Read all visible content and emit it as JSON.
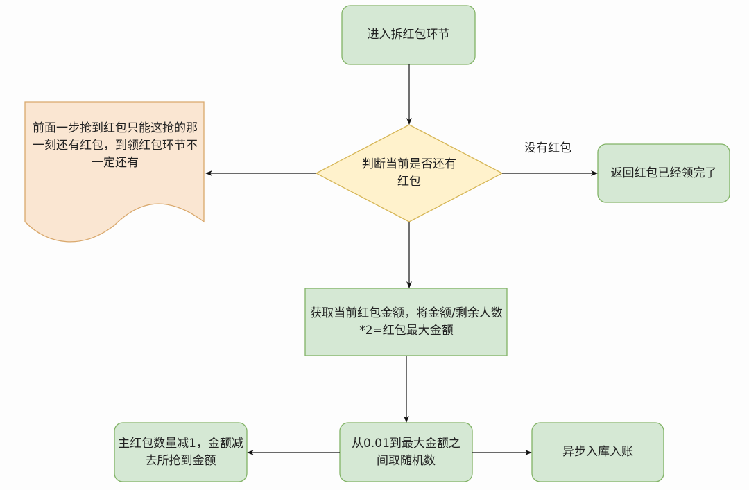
{
  "nodes": {
    "start": "进入拆红包环节",
    "decision": "判断当前是否还有红包",
    "note": "前面一步抢到红包只能这抢的那一刻还有红包，到领红包环节不一定还有",
    "empty": "返回红包已经领完了",
    "compute": "获取当前红包金额，将金额/剩余人数*2=红包最大金额",
    "random": "从0.01到最大金额之间取随机数",
    "decrement": "主红包数量减1，金额减去所抢到金额",
    "async": "异步入库入账"
  },
  "edges": {
    "no_packet": "没有红包"
  },
  "colors": {
    "green_fill": "#d5e8d4",
    "green_stroke": "#82b366",
    "yellow_fill": "#fff2cc",
    "yellow_stroke": "#d6b656",
    "note_fill": "#fae6d2",
    "note_stroke": "#d9a86c"
  }
}
